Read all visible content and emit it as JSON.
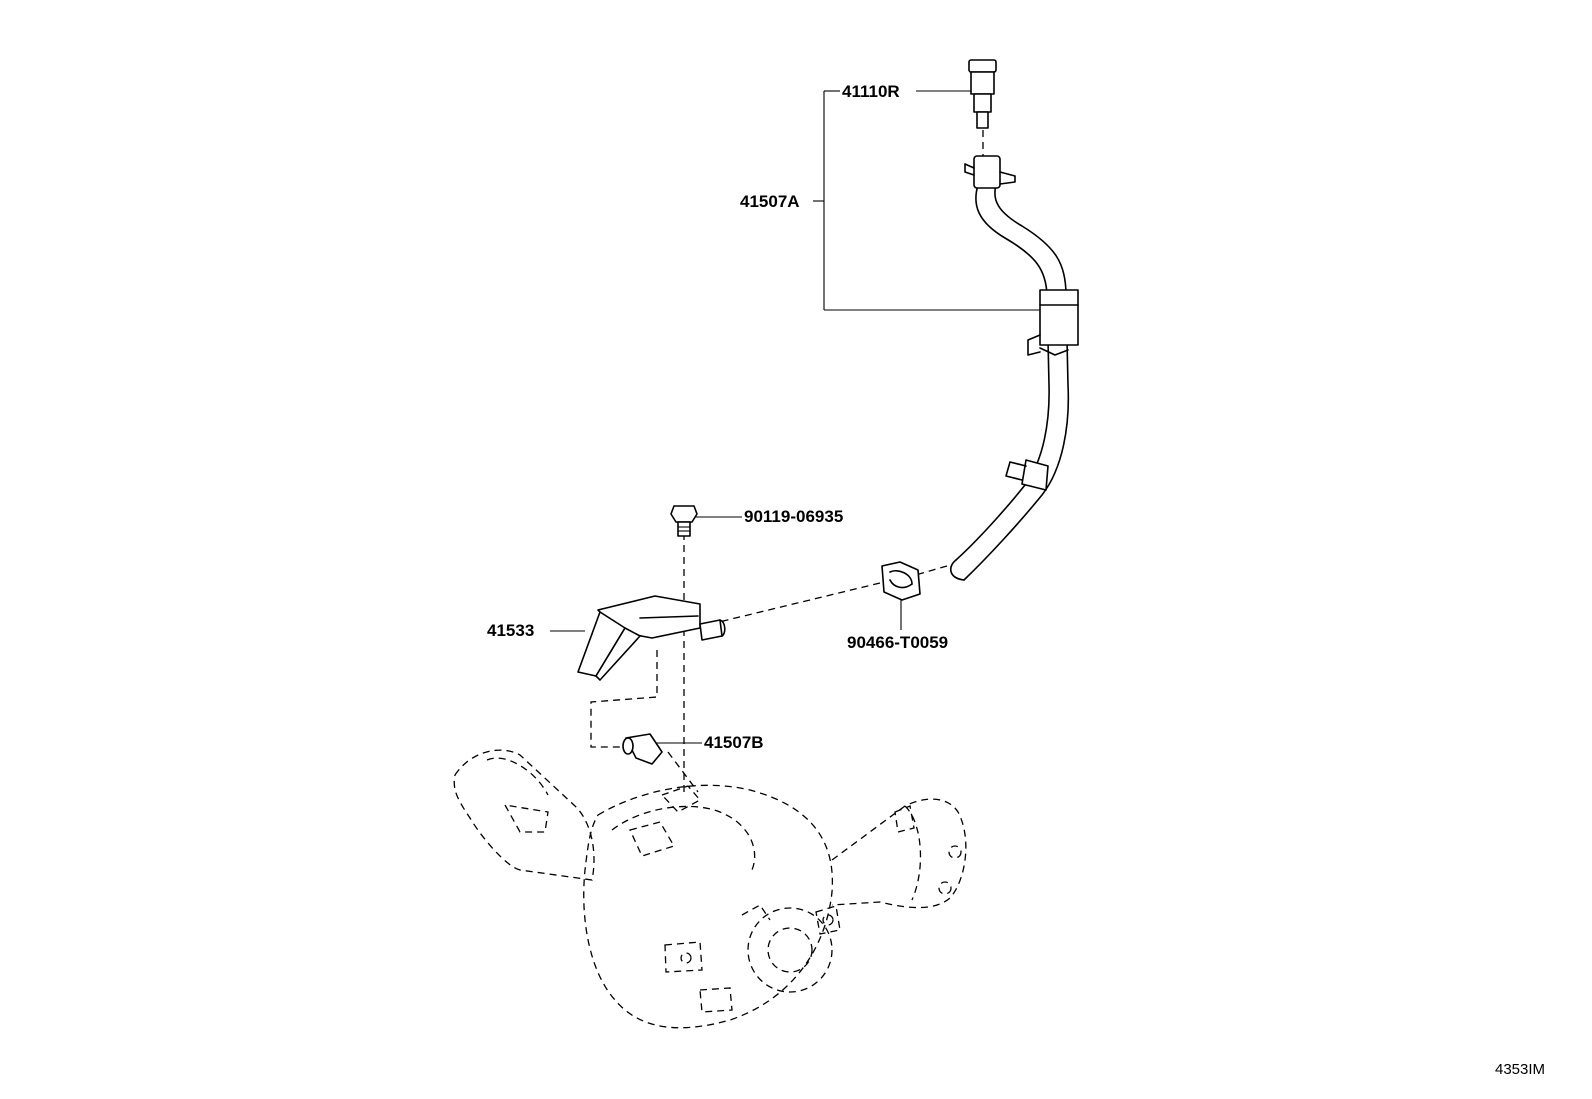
{
  "diagram": {
    "callouts": {
      "p41110R": "41110R",
      "p41507A": "41507A",
      "p90119": "90119-06935",
      "p41533": "41533",
      "p90466": "90466-T0059",
      "p41507B": "41507B"
    },
    "figure_code": "4353IM"
  },
  "colors": {
    "line": "#000000",
    "background": "#ffffff"
  }
}
